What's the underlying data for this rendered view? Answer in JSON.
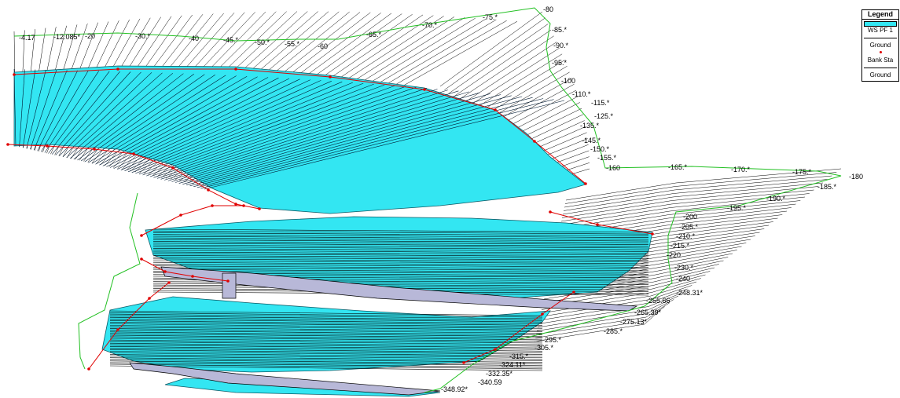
{
  "legend": {
    "title": "Legend",
    "items": [
      {
        "label": "WS PF 1",
        "swatch": "water",
        "color": "#33e6f2"
      },
      {
        "label": "Ground",
        "swatch": "line",
        "color": "#000000"
      },
      {
        "label": "Bank Sta",
        "swatch": "dot",
        "color": "#e00000"
      },
      {
        "label": "Ground",
        "swatch": "line",
        "color": "#000000"
      }
    ]
  },
  "colors": {
    "water": "#33e6f2",
    "water_edge": "#0a5a66",
    "ground": "#000000",
    "bank": "#e00000",
    "outline": "#22c022",
    "bridge": "#b8b8d8"
  },
  "stations": [
    "-4.17",
    "-12.085*",
    "-20",
    "-30.*",
    "-40",
    "-45.*",
    "-50.*",
    "-55.*",
    "-60",
    "-65.*",
    "-70.*",
    "-75.*",
    "-80",
    "-85.*",
    "-90.*",
    "-95.*",
    "-100",
    "-110.*",
    "-115.*",
    "-125.*",
    "-135.*",
    "-145.*",
    "-150.*",
    "-155.*",
    "-160",
    "-165.*",
    "-170.*",
    "-175.*",
    "-180",
    "-185.*",
    "-190.*",
    "-195.*",
    "-200",
    "-205.*",
    "-210.*",
    "-215.*",
    "-220",
    "-230.*",
    "-240",
    "-248.31*",
    "-255.66",
    "-265.39*",
    "-275.13*",
    "-285.*",
    "-295.*",
    "-305.*",
    "-315.*",
    "-324.11*",
    "-332.35*",
    "-340.59",
    "-348.92*"
  ]
}
